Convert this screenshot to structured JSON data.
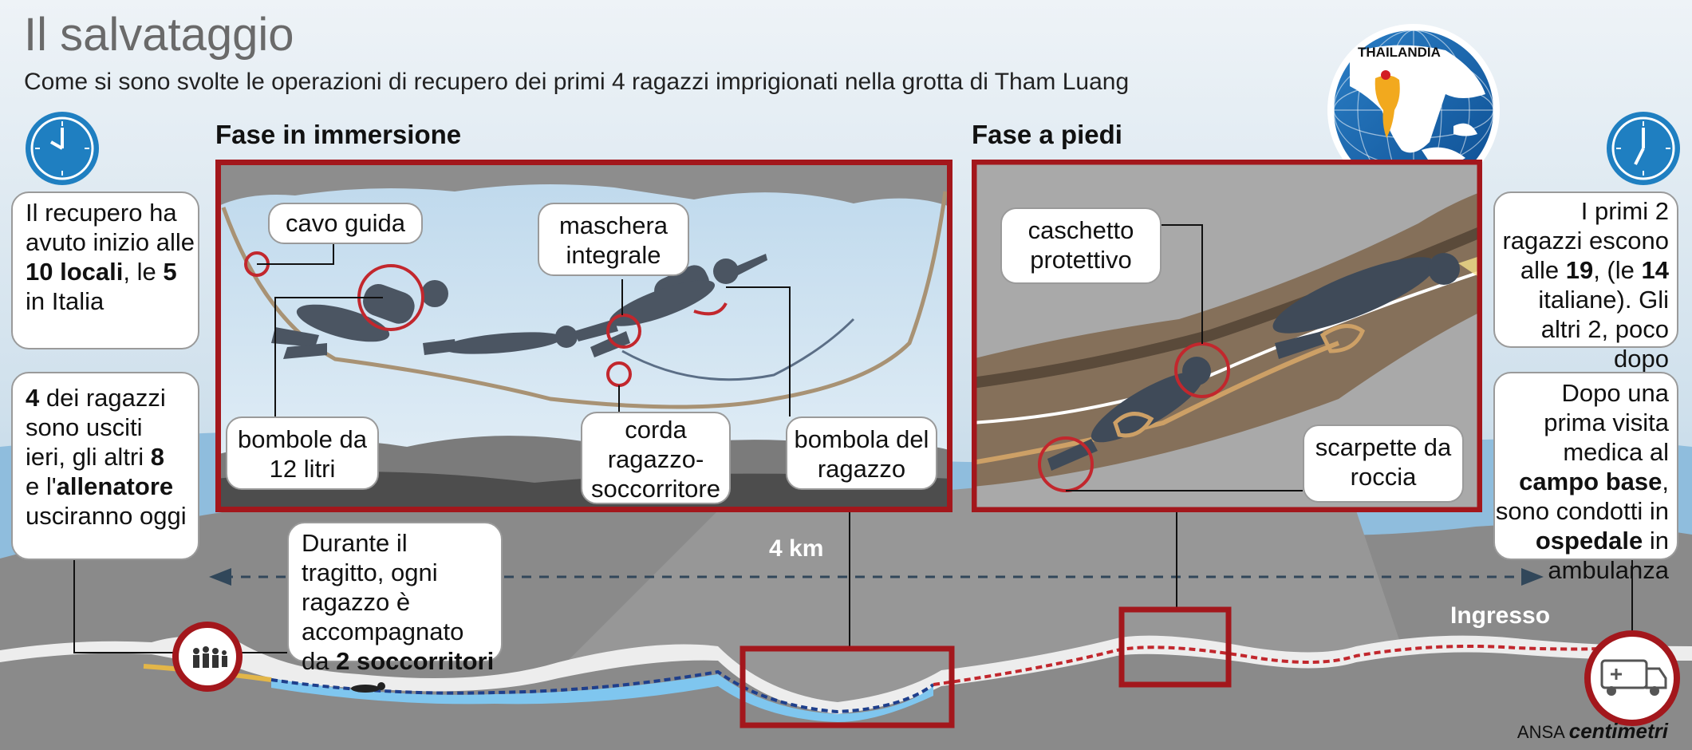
{
  "header": {
    "title": "Il salvataggio",
    "subtitle": "Come si sono svolte le operazioni di recupero dei primi 4 ragazzi imprigionati nella grotta di Tham Luang"
  },
  "map": {
    "label": "THAILANDIA"
  },
  "phases": {
    "dive": {
      "title": "Fase in immersione",
      "labels": {
        "guide_cable": "cavo guida",
        "full_mask": "maschera integrale",
        "tanks": "bombole da 12 litri",
        "rope": "corda ragazzo-soccorritore",
        "boy_tank": "bombola del ragazzo"
      }
    },
    "walk": {
      "title": "Fase a piedi",
      "labels": {
        "helmet": "caschetto protettivo",
        "shoes": "scarpette da roccia"
      }
    }
  },
  "info_left": {
    "start_pre": "Il recupero ha avuto inizio alle",
    "start_time": "10 locali",
    "start_mid": ", le",
    "start_italy": "5",
    "start_post": "in Italia",
    "others_count": "4",
    "others_text1": "dei ragazzi sono usciti ieri, gli altri",
    "others_rest": "8",
    "others_text2": "e l'",
    "others_coach": "allenatore",
    "others_text3": "usciranno oggi"
  },
  "info_transit": {
    "text1": "Durante il tragitto, ogni ragazzo è accompagnato da",
    "bold": "2 soccorritori"
  },
  "info_right": {
    "exit_pre": "I primi 2 ragazzi escono alle",
    "exit_time": "19",
    "exit_mid": ", (le",
    "exit_italy": "14",
    "exit_post": "italiane). Gli altri 2, poco dopo",
    "after_pre": "Dopo una prima visita medica al",
    "after_base": "campo base",
    "after_mid": ", sono condotti in",
    "after_hospital": "ospedale",
    "after_post": "in ambulanza"
  },
  "route": {
    "distance": "4 km",
    "entrance": "Ingresso"
  },
  "credit": {
    "prefix": "ANSA",
    "brand": "centimetri"
  },
  "colors": {
    "frame_red": "#a3171c",
    "water": "#c9e0ef",
    "rock": "#8b8b8b",
    "dark_rock": "#5d5d5d",
    "diver": "#4b5562",
    "rope": "#a89274"
  }
}
